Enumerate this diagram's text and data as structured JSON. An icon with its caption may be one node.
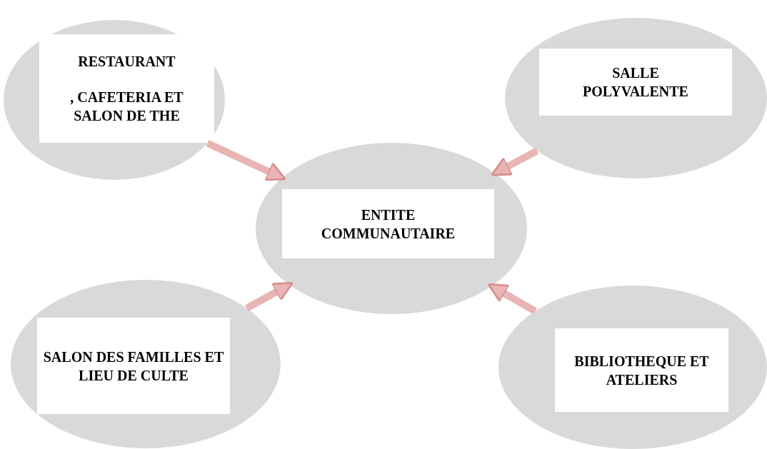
{
  "diagram": {
    "nodes": [
      {
        "text": [],
        "shape": "ellipse"
      },
      {
        "text": [
          "RESTAURANT",
          ", CAFETERIA ET SALON DE THE"
        ],
        "in": 0
      },
      {
        "text": [],
        "shape": "ellipse"
      },
      {
        "text": [
          "SALLE POLYVALENTE"
        ],
        "in": 2
      },
      {
        "text": [],
        "shape": "ellipse"
      },
      {
        "text": [
          "ENTITE COMMUNAUTAIRE"
        ],
        "in": 4
      },
      {
        "text": [],
        "shape": "ellipse"
      },
      {
        "text": [
          "SALON DES FAMILLES ET LIEU DE CULTE"
        ],
        "in": 6
      },
      {
        "text": [],
        "shape": "ellipse"
      },
      {
        "text": [
          "BIBLIOTHEQUE ET ATELIERS"
        ],
        "in": 8
      }
    ],
    "edges": [
      {
        "from": 0,
        "to": 4,
        "arrow": "to"
      },
      {
        "from": 2,
        "to": 4,
        "arrow": "to"
      },
      {
        "from": 6,
        "to": 4,
        "arrow": "to"
      },
      {
        "from": 8,
        "to": 4,
        "arrow": "to"
      }
    ]
  }
}
